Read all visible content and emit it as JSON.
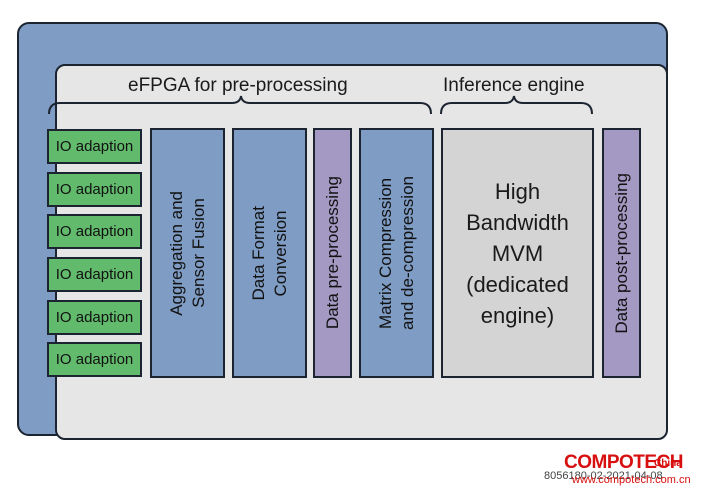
{
  "labels": {
    "efpga": "eFPGA for pre-processing",
    "inference": "Inference engine"
  },
  "io_blocks": [
    "IO adaption",
    "IO adaption",
    "IO adaption",
    "IO adaption",
    "IO adaption",
    "IO adaption"
  ],
  "blocks": {
    "aggregation": [
      "Aggregation and",
      "Sensor Fusion"
    ],
    "format": [
      "Data Format",
      "Conversion"
    ],
    "preprocessing": [
      "Data pre-processing"
    ],
    "matrix": [
      "Matrix Compression",
      "and de-compression"
    ],
    "mvm": [
      "High",
      "Bandwidth",
      "MVM",
      "(dedicated",
      "engine)"
    ],
    "postprocessing": [
      "Data post-processing"
    ]
  },
  "footer": {
    "id": "8056180-02-2021-04-08",
    "logo": "COMPOTECH",
    "logo_sub": "China",
    "url": "www.compotech.com.cn"
  },
  "colors": {
    "outer": "#7f9cc4",
    "inner": "#e6e6e6",
    "io": "#62bb6c",
    "blue": "#7f9cc4",
    "purple": "#a399c2",
    "grey": "#d4d4d4"
  }
}
